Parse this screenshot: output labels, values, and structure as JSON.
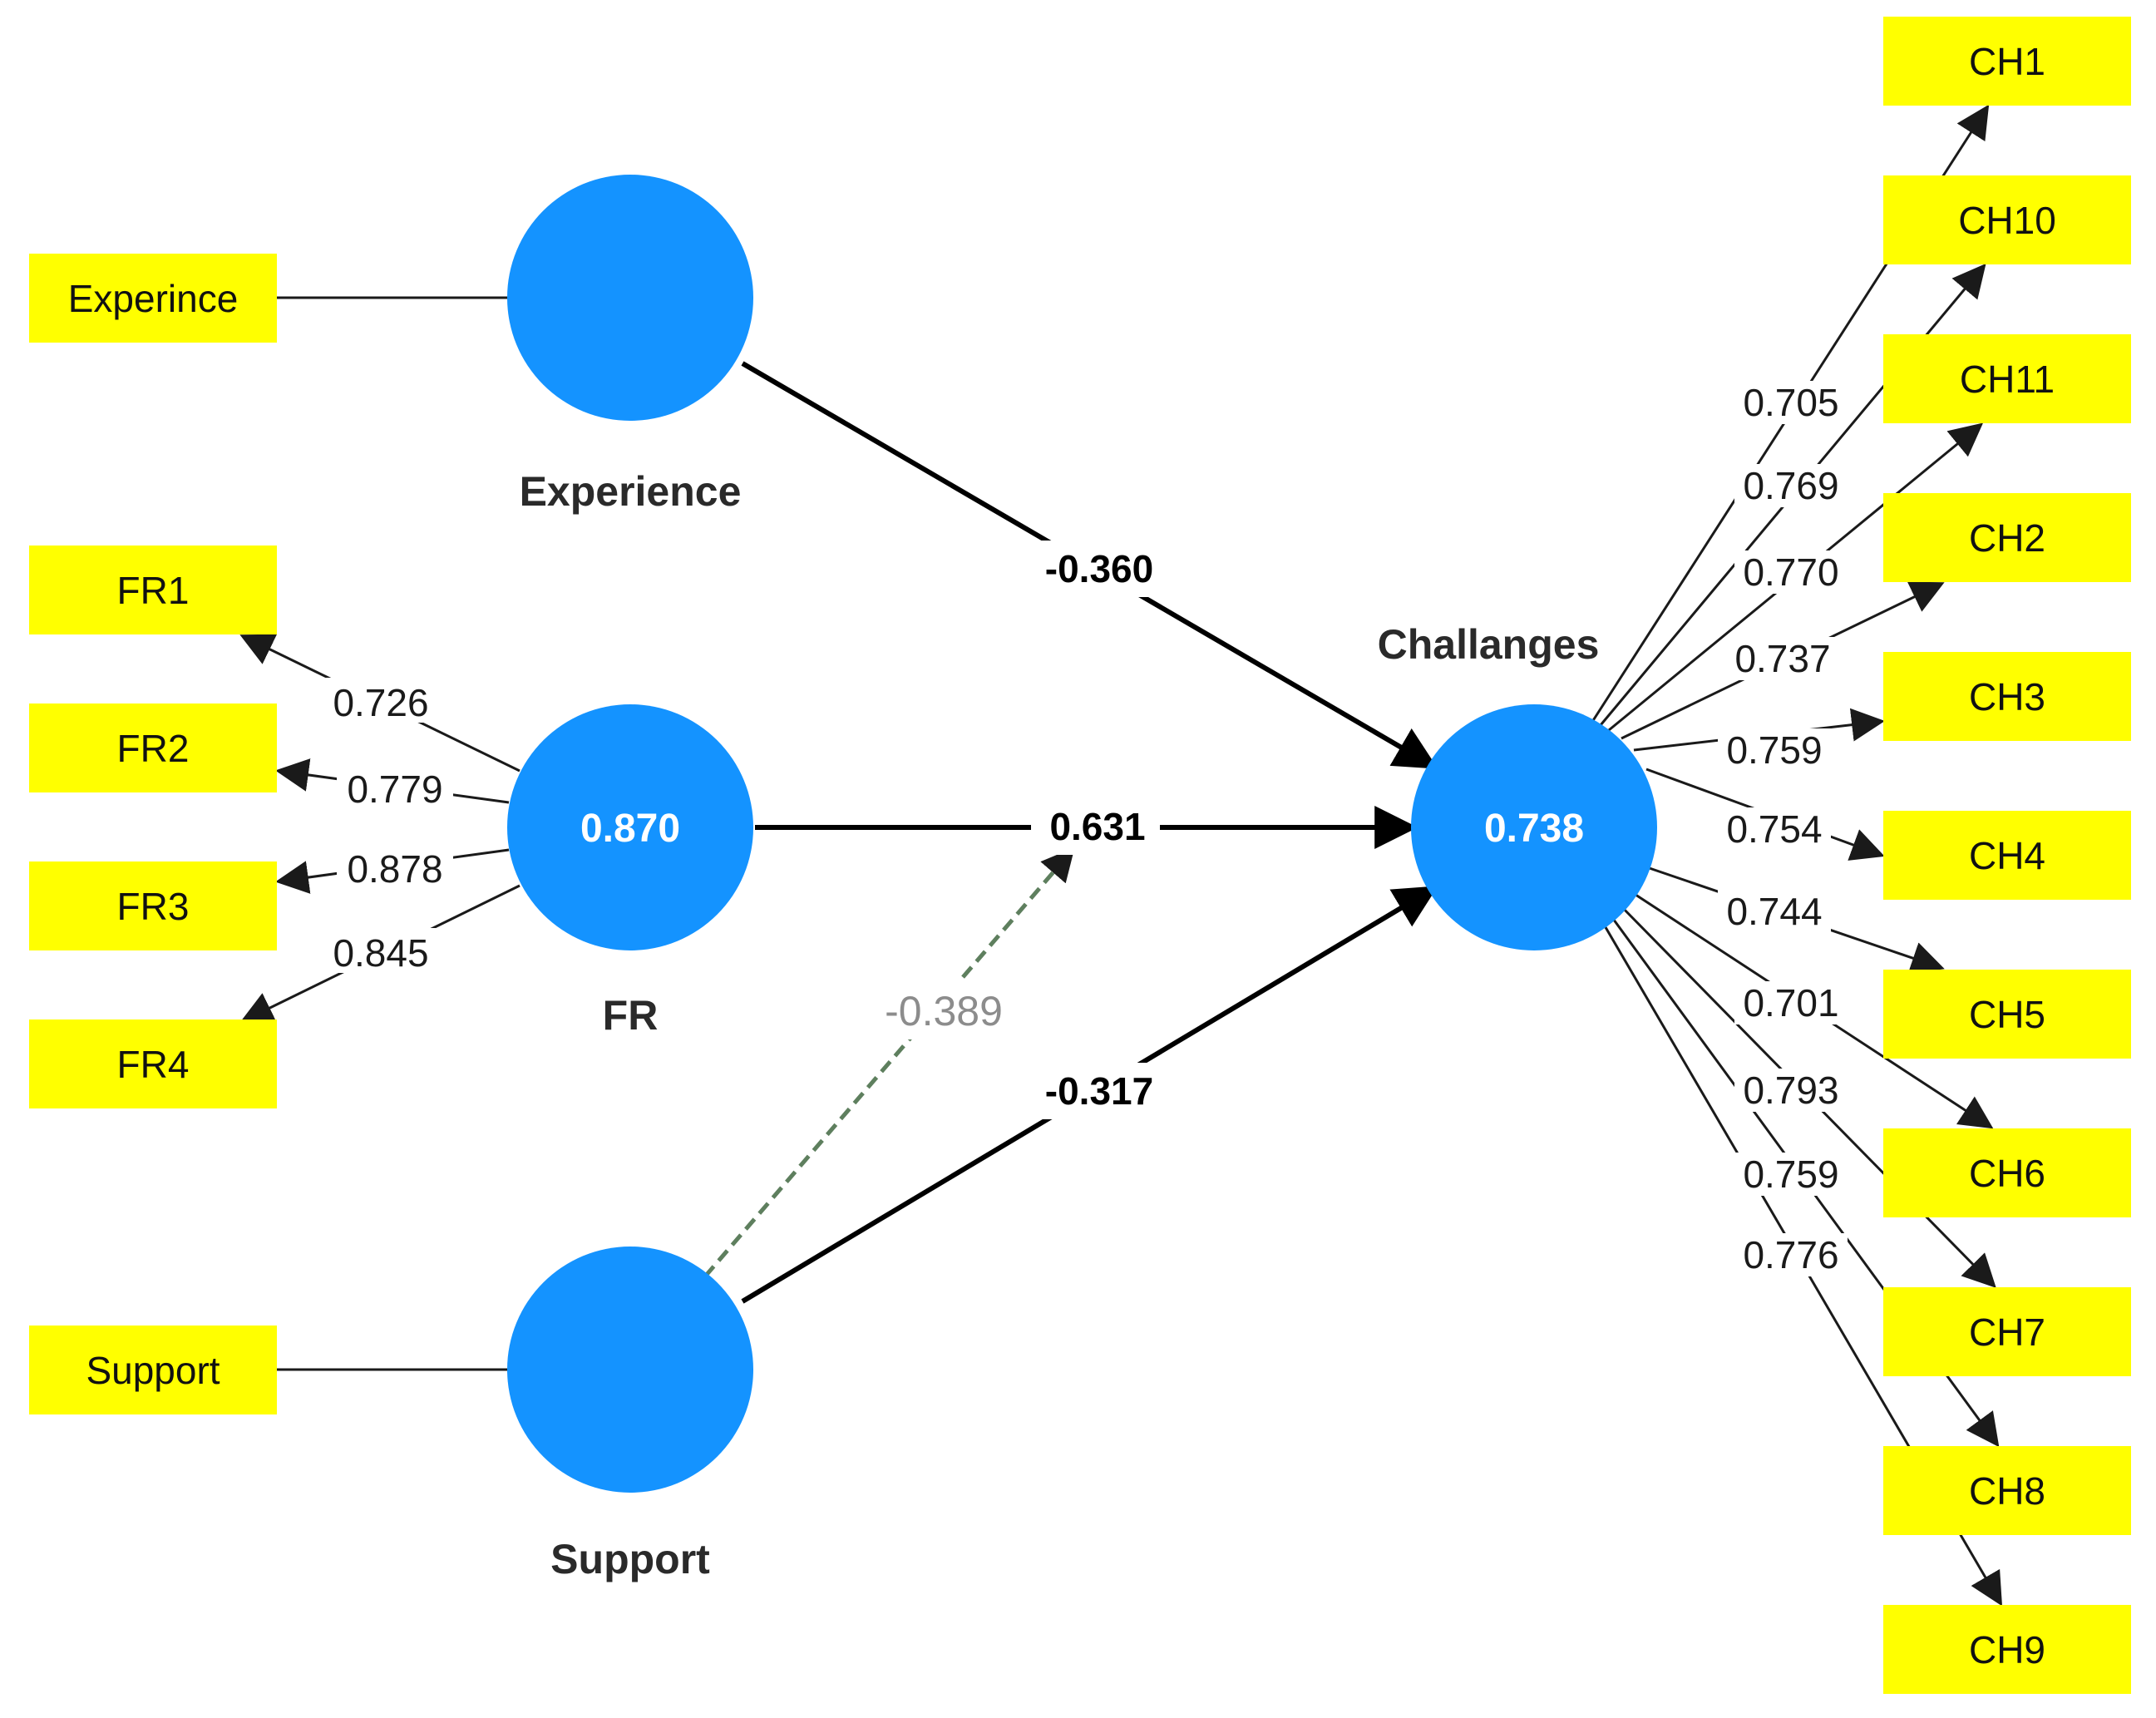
{
  "colors": {
    "indicator_fill": "#ffff00",
    "latent_fill": "#1493ff",
    "line": "#1a1a1a",
    "moderator_line": "#5e7f5e",
    "moderator_text": "#8c8c8c"
  },
  "latents": {
    "experience": {
      "name": "Experience",
      "value": ""
    },
    "fr": {
      "name": "FR",
      "value": "0.870"
    },
    "support": {
      "name": "Support",
      "value": ""
    },
    "challanges": {
      "name": "Challanges",
      "value": "0.738"
    }
  },
  "indicators": {
    "experince": "Experince",
    "support": "Support",
    "fr": [
      "FR1",
      "FR2",
      "FR3",
      "FR4"
    ],
    "ch": [
      "CH1",
      "CH10",
      "CH11",
      "CH2",
      "CH3",
      "CH4",
      "CH5",
      "CH6",
      "CH7",
      "CH8",
      "CH9"
    ]
  },
  "loadings": {
    "fr": [
      "0.726",
      "0.779",
      "0.878",
      "0.845"
    ],
    "ch": [
      "0.705",
      "0.769",
      "0.770",
      "0.737",
      "0.759",
      "0.754",
      "0.744",
      "0.701",
      "0.793",
      "0.759",
      "0.776"
    ]
  },
  "paths": {
    "experience_to_challanges": "-0.360",
    "fr_to_challanges": "0.631",
    "support_to_challanges": "-0.317",
    "moderation": "-0.389"
  }
}
